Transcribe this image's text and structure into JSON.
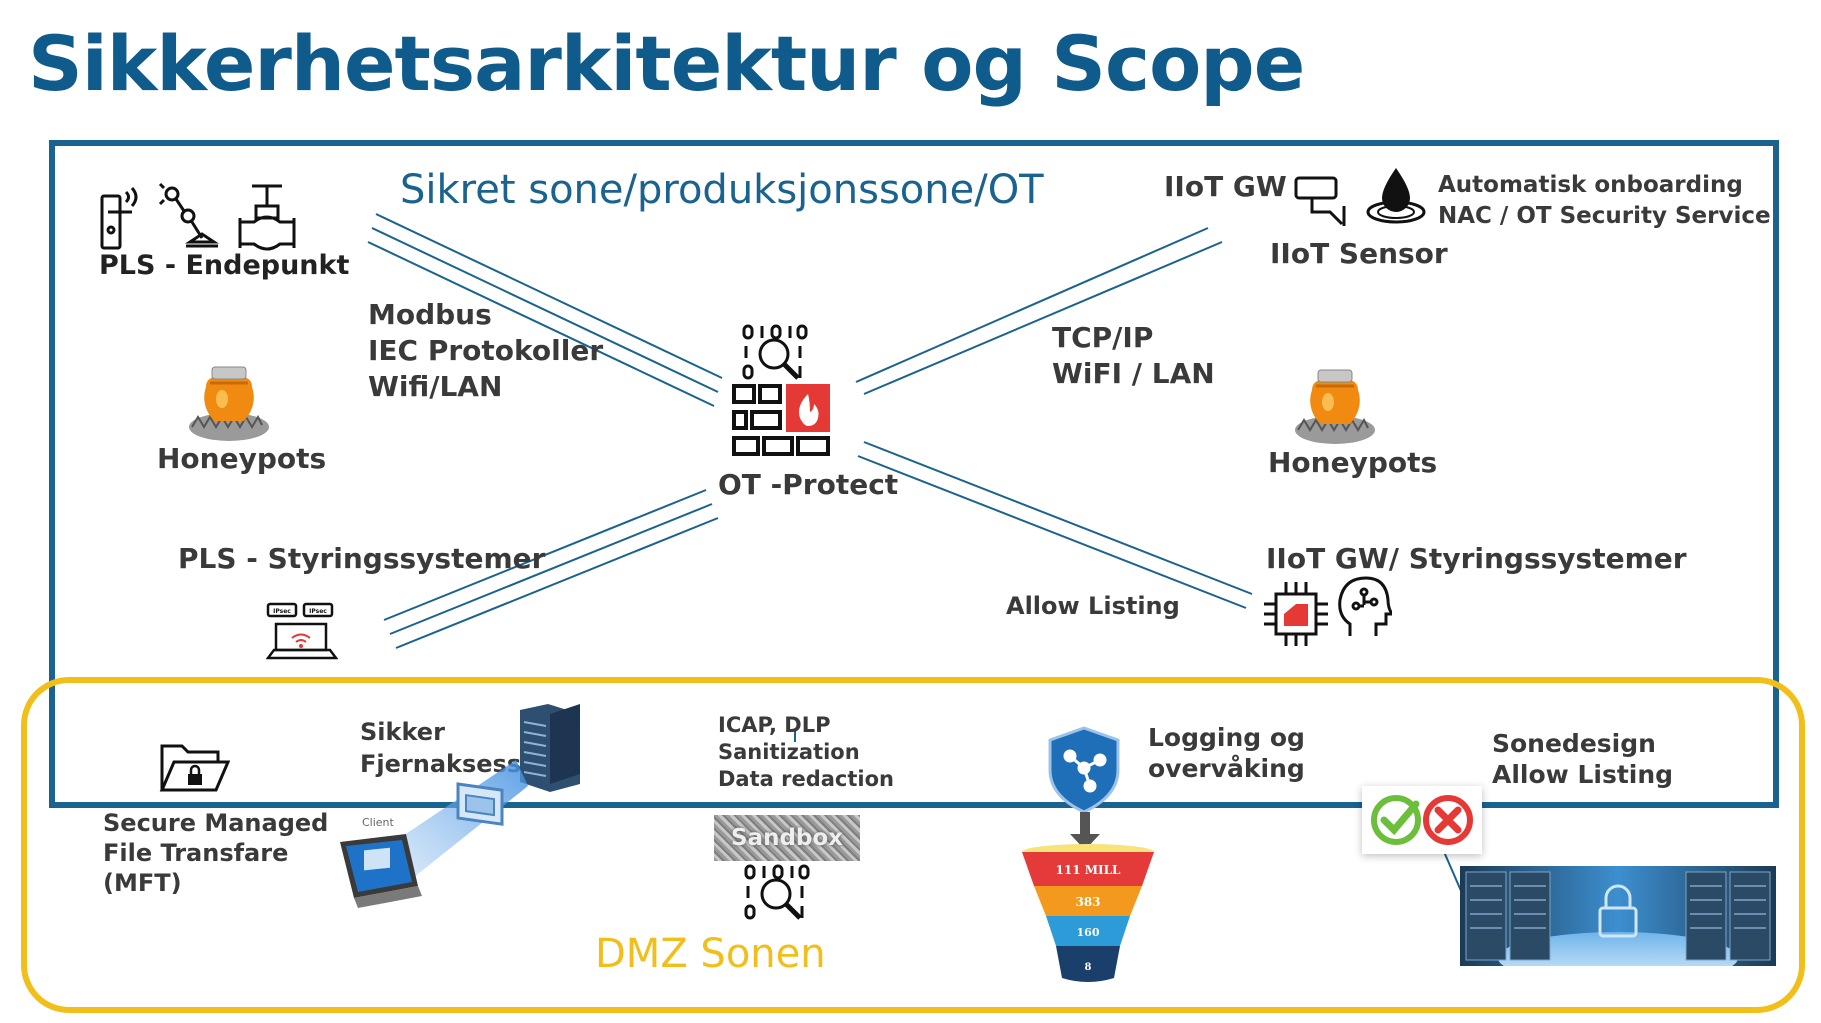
{
  "title": "Sikkerhetsarkitektur og Scope",
  "zones": {
    "ot": "Sikret sone/produksjonssone/OT",
    "dmz": "DMZ Sonen"
  },
  "labels": {
    "pls_endepunkt": "PLS - Endepunkt",
    "protocols": [
      "Modbus",
      "IEC Protokoller",
      "Wifi/LAN"
    ],
    "honeypots_left": "Honeypots",
    "pls_styring": "PLS - Styringssystemer",
    "ot_protect": "OT -Protect",
    "iiot_gw": "IIoT GW",
    "iiot_sensor": "IIoT Sensor",
    "onboarding": [
      "Automatisk onboarding",
      "NAC / OT Security Service"
    ],
    "tcpip": [
      "TCP/IP",
      "WiFI / LAN"
    ],
    "honeypots_right": "Honeypots",
    "iiot_gw_styring": "IIoT GW/ Styringssystemer",
    "allow_listing": "Allow Listing",
    "mft": [
      "Secure Managed",
      "File Transfare",
      "(MFT)"
    ],
    "sikker": [
      "Sikker",
      "Fjernaksess"
    ],
    "client": "Client",
    "icap": [
      "ICAP, DLP",
      "Sanitization",
      "Data redaction"
    ],
    "sandbox": "Sandbox",
    "logging": [
      "Logging og",
      "overvåking"
    ],
    "sonedesign": [
      "Sonedesign",
      "Allow Listing"
    ],
    "funnel": [
      "111 MILL",
      "383",
      "160",
      "8"
    ]
  },
  "icons": {
    "ipsec": "IPsec"
  },
  "colors": {
    "title": "#0f5b8c",
    "ot_border": "#1a628f",
    "dmz_border": "#f2bf1a",
    "text": "#3a3a3a",
    "accent_red": "#e53935",
    "shield": "#1e6fb8"
  }
}
